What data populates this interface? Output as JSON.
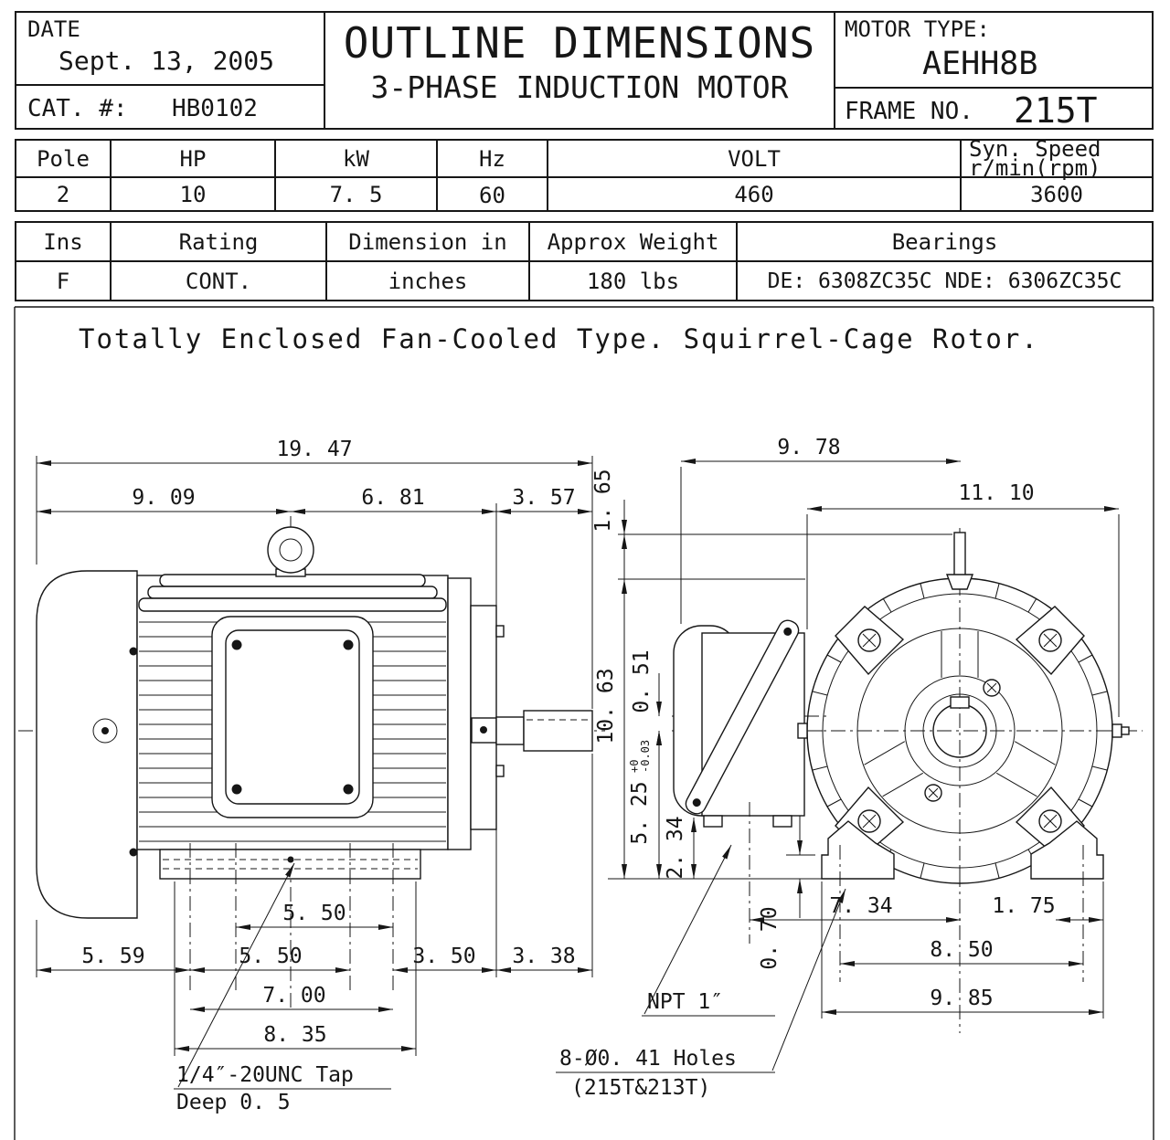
{
  "header": {
    "date_label": "DATE",
    "date_value": "Sept. 13, 2005",
    "cat_label": "CAT. #:",
    "cat_value": "HB0102",
    "title_line1": "OUTLINE DIMENSIONS",
    "title_line2": "3-PHASE INDUCTION MOTOR",
    "motor_type_label": "MOTOR TYPE:",
    "motor_type_value": "AEHH8B",
    "frame_label": "FRAME NO.",
    "frame_value": "215T"
  },
  "ratings_table": {
    "headers": [
      "Pole",
      "HP",
      "kW",
      "Hz",
      "VOLT"
    ],
    "speed_header_line1": "Syn. Speed",
    "speed_header_line2": "r/min(rpm)",
    "values": [
      "2",
      "10",
      "7. 5",
      "60",
      "460",
      "3600"
    ]
  },
  "spec_table": {
    "headers": [
      "Ins",
      "Rating",
      "Dimension in",
      "Approx Weight",
      "Bearings"
    ],
    "values": [
      "F",
      "CONT.",
      "inches",
      "180 lbs",
      "DE: 6308ZC35C NDE: 6306ZC35C"
    ]
  },
  "note": "Totally Enclosed Fan-Cooled Type. Squirrel-Cage Rotor.",
  "side_view": {
    "dims": {
      "overall_length": "19. 47",
      "rear_to_center": "9. 09",
      "center_to_face": "6. 81",
      "shaft_ext": "3. 57",
      "foot_holes_a": "5. 50",
      "rear_overhang": "5. 59",
      "foot_holes_b": "5. 50",
      "face_gap": "3. 50",
      "shaft_len": "3. 38",
      "foot_span": "7. 00",
      "base_length": "8. 35"
    },
    "tap_note_line1": "1/4″-20UNC Tap",
    "tap_note_line2": "Deep 0. 5"
  },
  "front_view": {
    "dims": {
      "box_to_center": "9. 78",
      "overall_width": "11. 10",
      "eyebolt_height": "1. 65",
      "overall_height": "10. 63",
      "offset": "0. 51",
      "shaft_height": "5. 25",
      "shaft_height_tol_plus": "+0",
      "shaft_height_tol_minus": "-0.03",
      "box_bottom": "2. 34",
      "pad_thickness": "0. 70",
      "foot_to_center": "7. 34",
      "hole_to_edge": "1. 75",
      "foot_holes_span": "8. 50",
      "base_width": "9. 85"
    },
    "npt_note": "NPT 1″",
    "holes_note_line1": "8-Ø0. 41 Holes",
    "holes_note_line2": "(215T&213T)"
  }
}
